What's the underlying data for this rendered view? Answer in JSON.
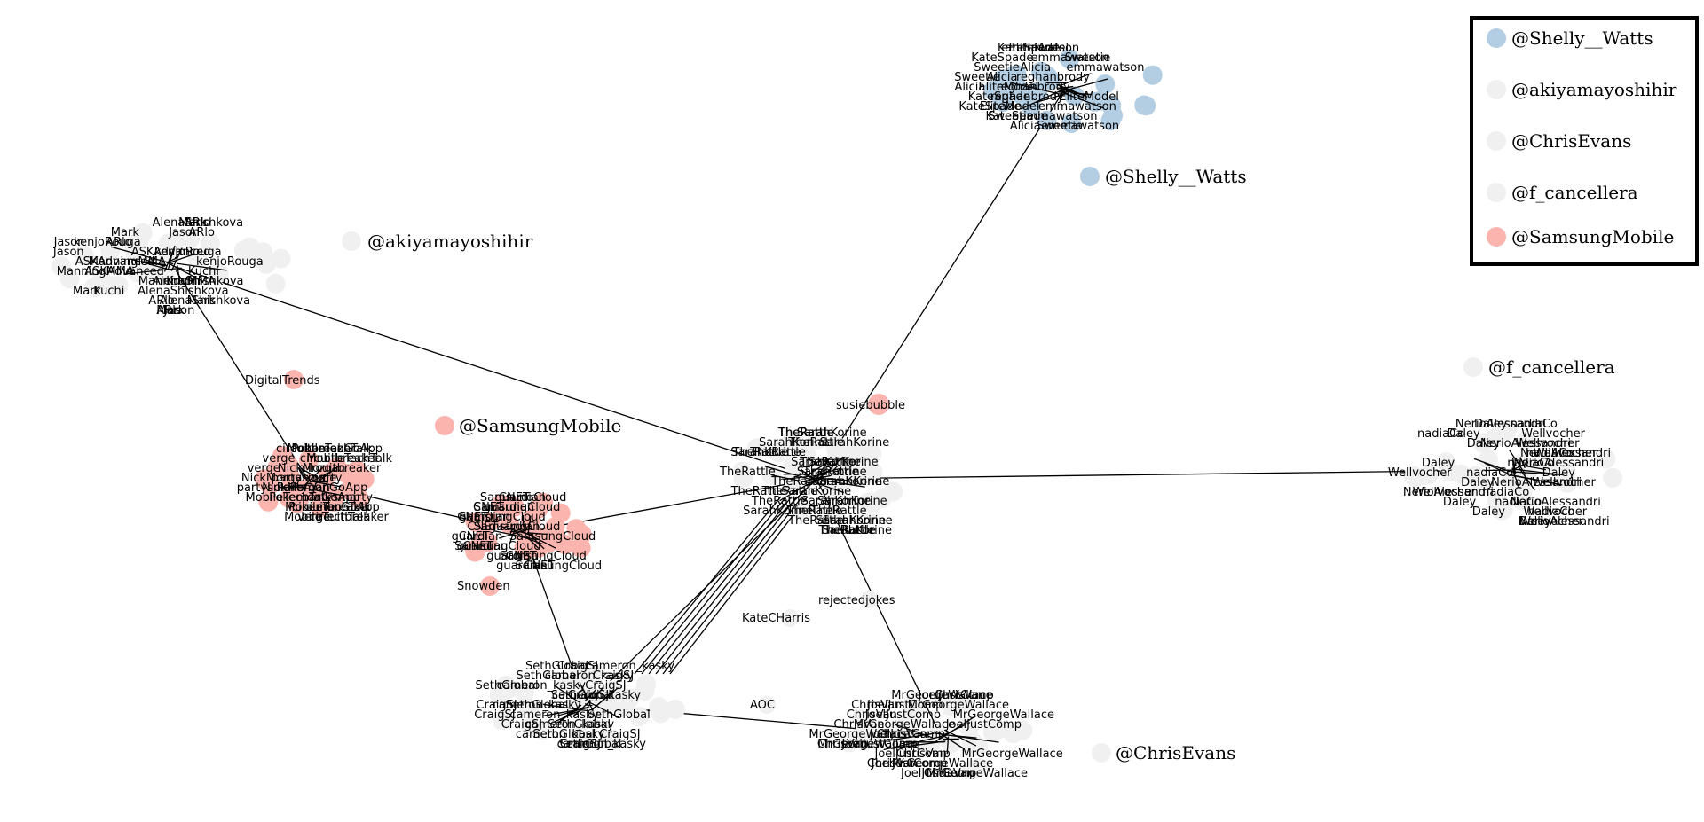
{
  "legend": {
    "items": [
      {
        "label": "@Shelly__Watts",
        "color": "#b3cde3"
      },
      {
        "label": "@akiyamayoshihir",
        "color": "#f0f0f0"
      },
      {
        "label": "@ChrisEvans",
        "color": "#f0f0f0"
      },
      {
        "label": "@f_cancellera",
        "color": "#f0f0f0"
      },
      {
        "label": "@SamsungMobile",
        "color": "#fbb4ae"
      }
    ]
  },
  "groups": {
    "shelly": {
      "label": "@Shelly__Watts",
      "color": "#b3cde3"
    },
    "akiyama": {
      "label": "@akiyamayoshihir",
      "color": "#f0f0f0"
    },
    "samsung": {
      "label": "@SamsungMobile",
      "color": "#fbb4ae"
    },
    "cancellera": {
      "label": "@f_cancellera",
      "color": "#f0f0f0"
    },
    "chris": {
      "label": "@ChrisEvans",
      "color": "#f0f0f0"
    }
  },
  "nodes": {
    "digitaltrends": "DigitalTrends",
    "susiebubble": "susiebubble",
    "snowden": "Snowden",
    "rejectedjokes": "rejectedjokes",
    "katecharris": "KateCHarris",
    "cameron_kasky": "cameron_kasky",
    "craigsj": "CraigSJ",
    "seth": "SethGlobal",
    "aoc": "AOC",
    "chrisvan": "ChrisVan",
    "joel": "JoelJustComp",
    "georgewallace": "MrGeorgeWallace",
    "nerio": "NerioAlessandri",
    "nadia": "nadiaCo",
    "daley": "Daley",
    "wellvocher": "Wellvocher",
    "sarahk": "SarahKorine",
    "theratt": "TheRattle",
    "partysmarty": "partysmarty",
    "verge": "verge",
    "cnet": "CNET",
    "guardian": "guardian",
    "samsungcloud": "SamsungCloud",
    "pokemon": "PokemonGoApp",
    "mobilete": "MobileTechTalk",
    "circuit": "circuitbreaker",
    "aliciaway": "Alicia",
    "rachelbrody": "reghanbrody",
    "elite": "EliteModel",
    "kate": "KateSpade",
    "emma": "emmawatson",
    "sweetie": "Sweetie",
    "mark": "Mark",
    "arlo": "ARlo",
    "jason": "Jason",
    "kenjo": "kenjoRouga",
    "asian": "ASKAdvanced",
    "alena": "AlenaShishkova",
    "manning": "ManningMMA",
    "kuchi": "Kuchi",
    "nick": "NickMorgan"
  }
}
